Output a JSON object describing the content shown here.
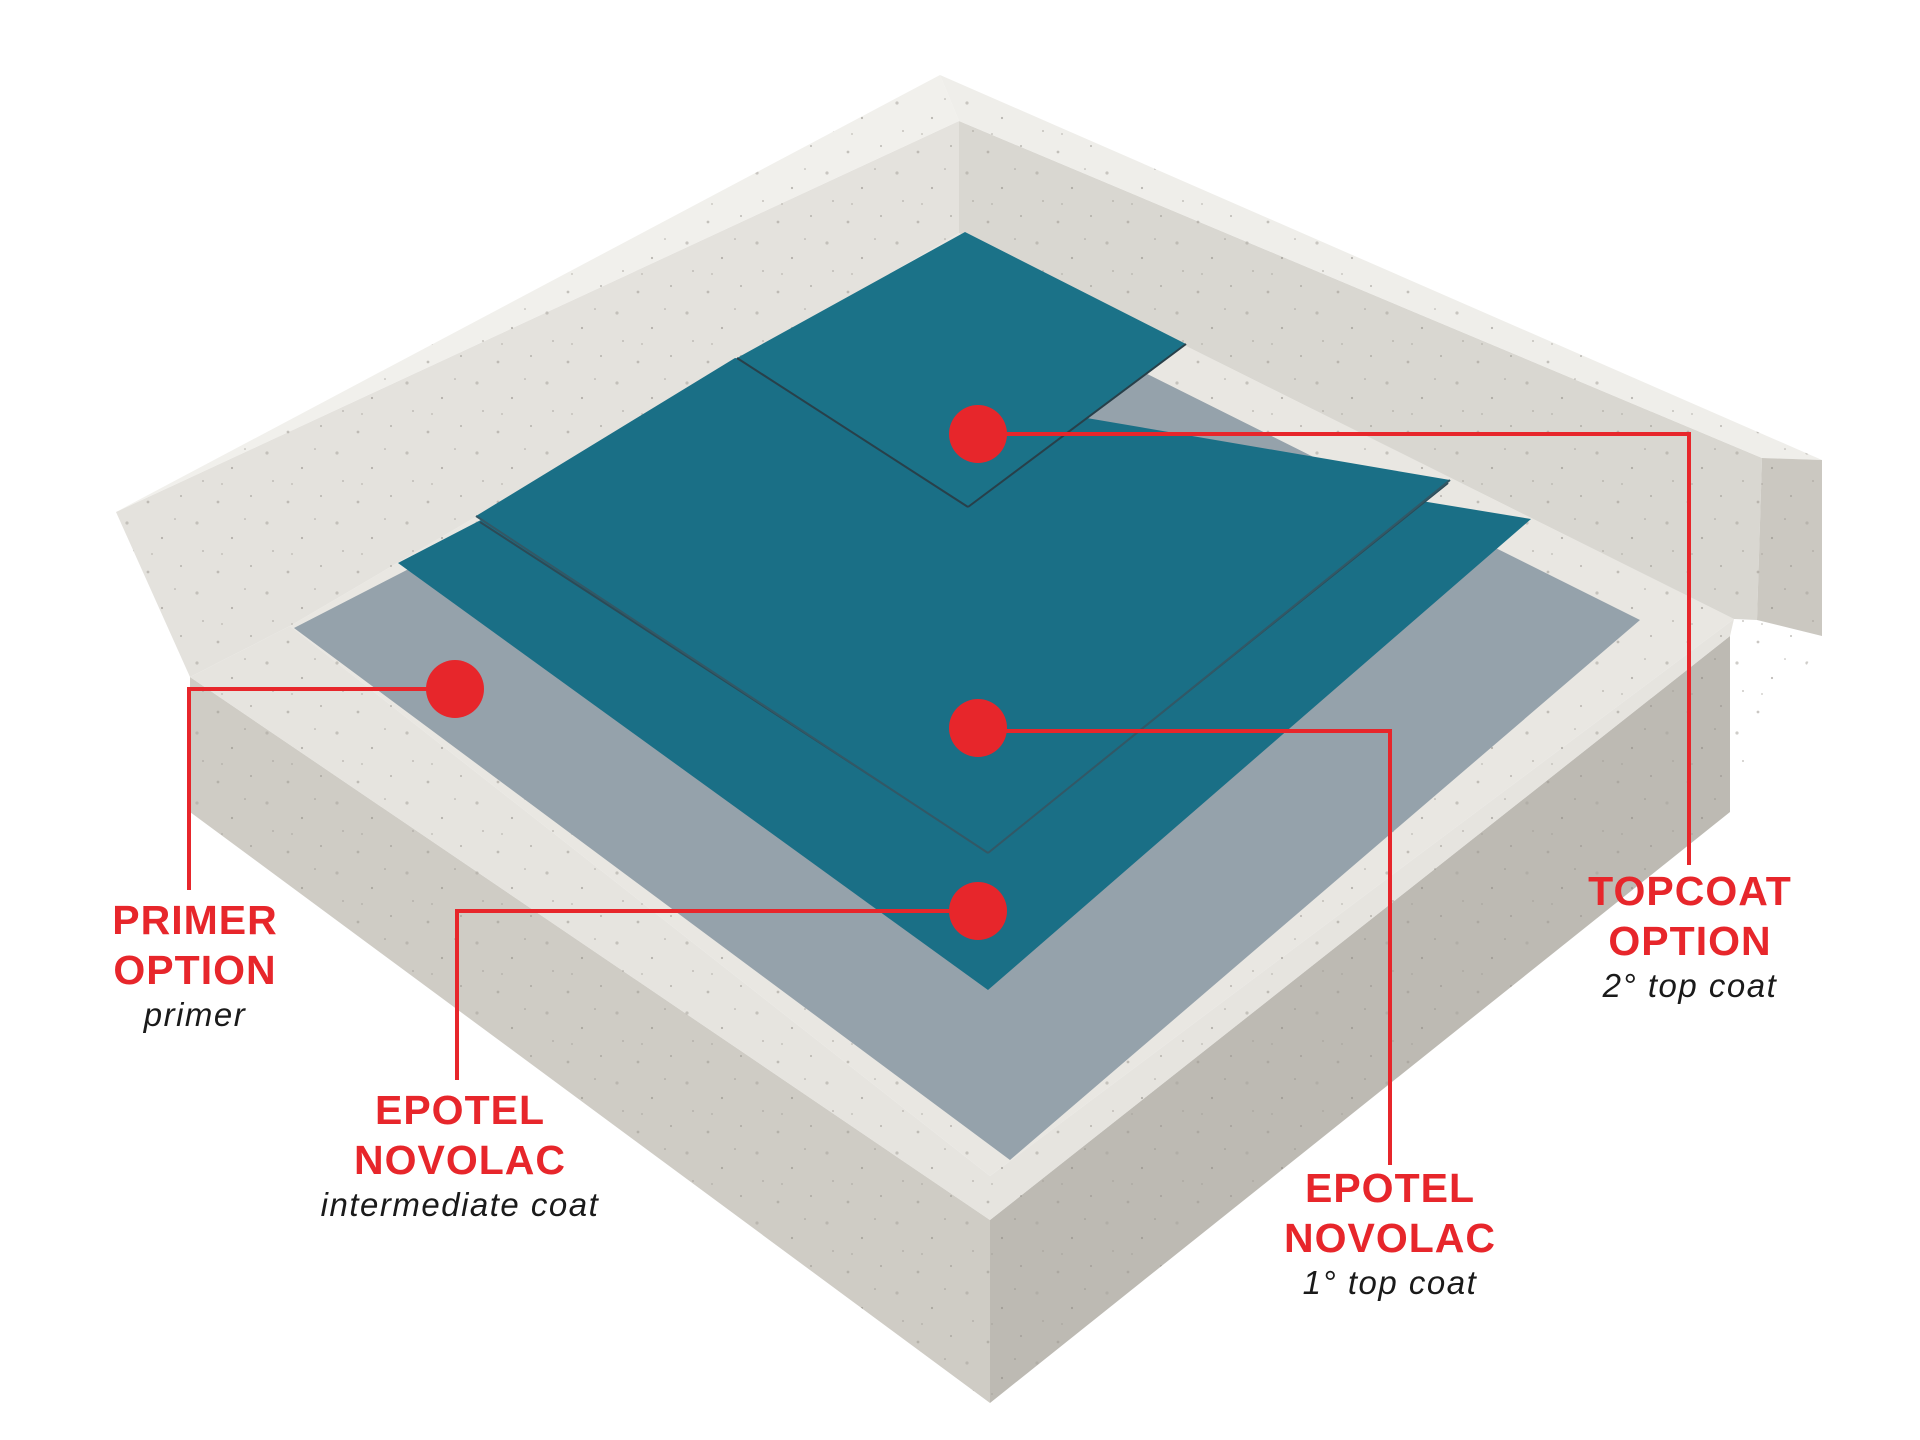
{
  "colors": {
    "accent": "#e7262b",
    "coat": "#1a6f86",
    "primer": "#95a2ab",
    "concrete": "#e7e5e0"
  },
  "callouts": {
    "primer": {
      "line1": "PRIMER",
      "line2": "OPTION",
      "sub": "primer"
    },
    "intermediate": {
      "line1": "EPOTEL",
      "line2": "NOVOLAC",
      "sub": "intermediate coat"
    },
    "first_top": {
      "line1": "EPOTEL",
      "line2": "NOVOLAC",
      "sub": "1° top coat"
    },
    "topcoat": {
      "line1": "TOPCOAT",
      "line2": "OPTION",
      "sub": "2° top coat"
    }
  }
}
